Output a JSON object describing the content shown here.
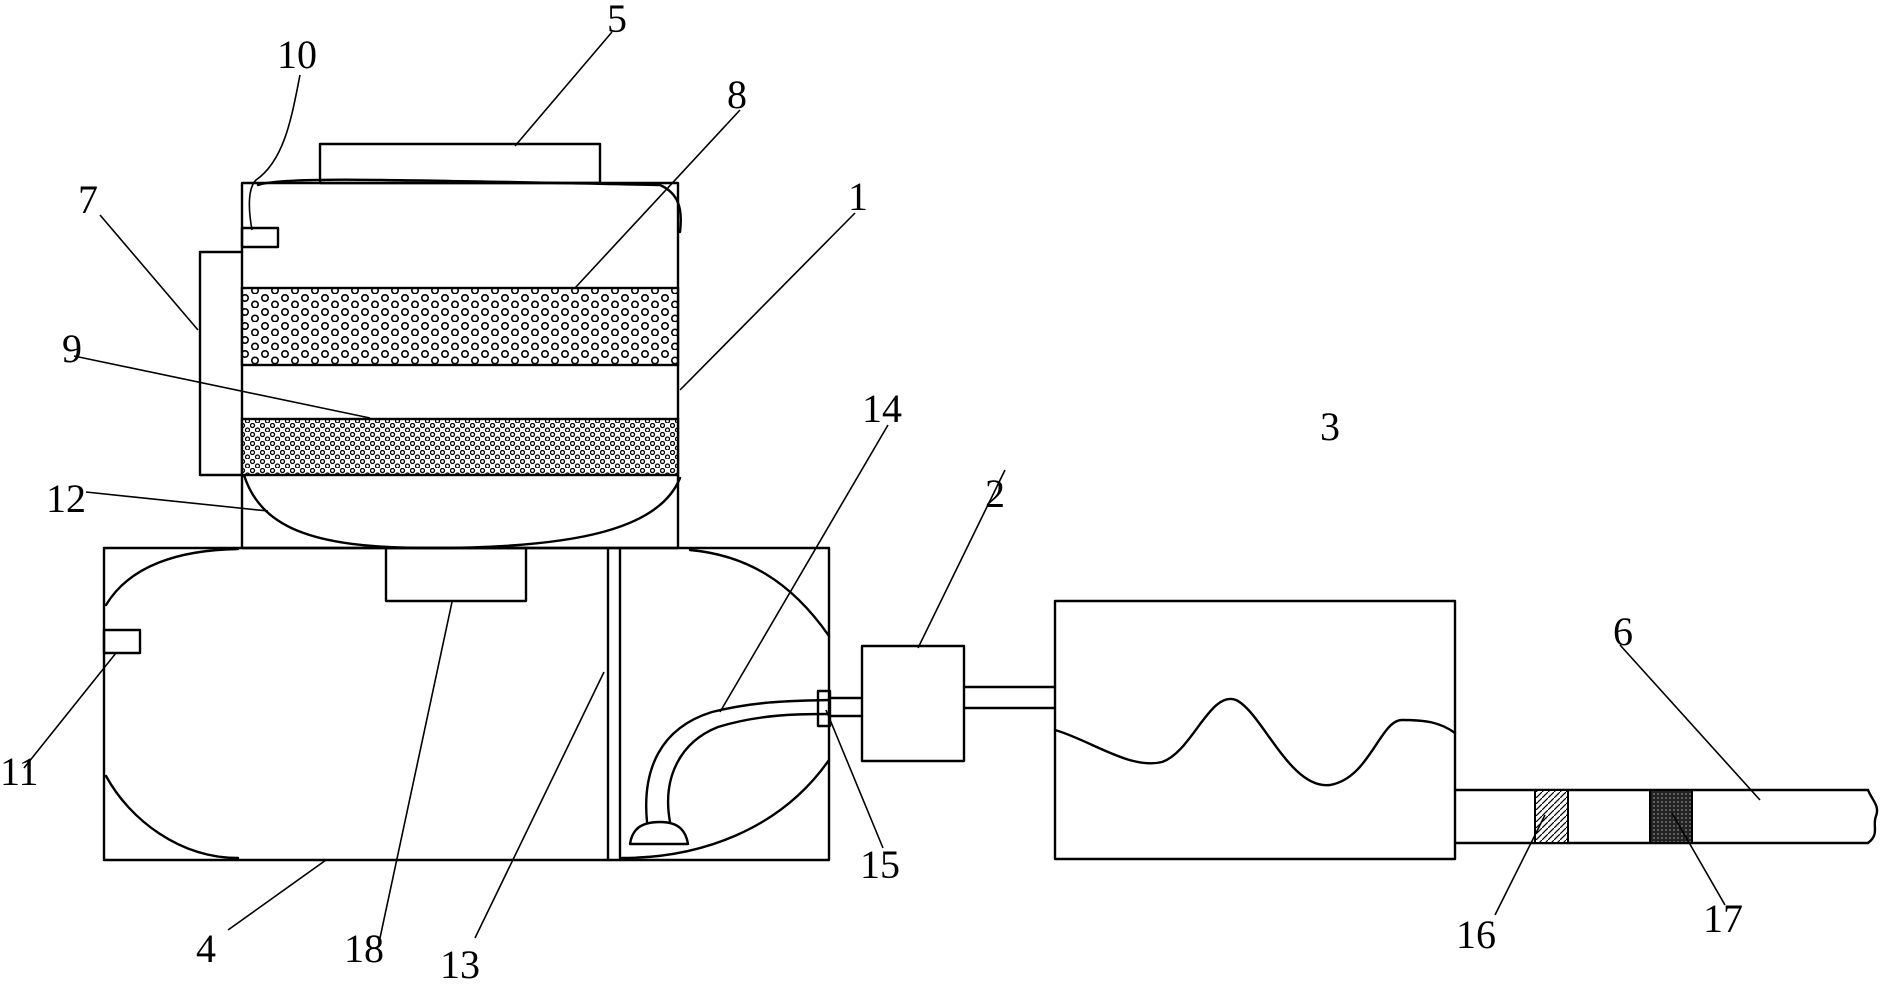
{
  "labels": {
    "n1": "1",
    "n2": "2",
    "n3": "3",
    "n4": "4",
    "n5": "5",
    "n6": "6",
    "n7": "7",
    "n8": "8",
    "n9": "9",
    "n10": "10",
    "n11": "11",
    "n12": "12",
    "n13": "13",
    "n14": "14",
    "n15": "15",
    "n16": "16",
    "n17": "17",
    "n18": "18"
  }
}
